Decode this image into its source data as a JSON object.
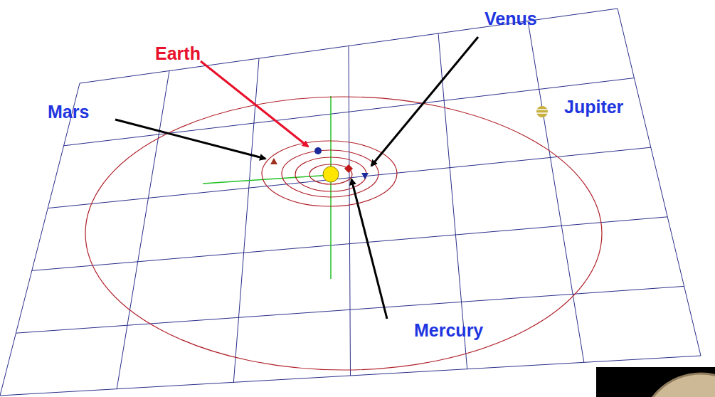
{
  "diagram": {
    "labels": [
      "Venus",
      "Earth",
      "Mars",
      "Jupiter",
      "Mercury"
    ]
  }
}
